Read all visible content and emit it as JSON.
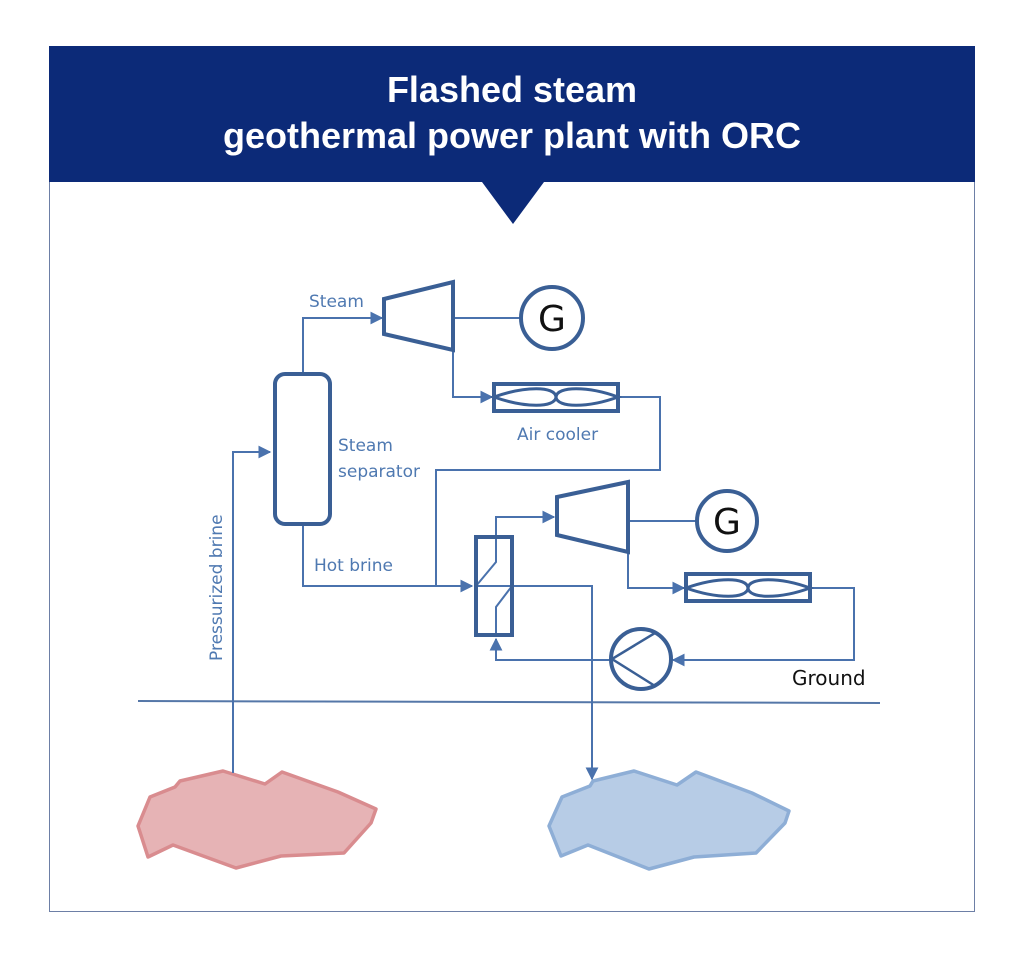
{
  "title": {
    "line1": "Flashed steam",
    "line2": "geothermal power plant with ORC"
  },
  "labels": {
    "steam": "Steam",
    "steam_separator_line1": "Steam",
    "steam_separator_line2": "separator",
    "air_cooler": "Air cooler",
    "hot_brine": "Hot brine",
    "pressurized_brine": "Pressurized brine",
    "ground": "Ground",
    "generator_1": "G",
    "generator_2": "G"
  },
  "colors": {
    "header_bg": "#0c2a78",
    "line": "#4a72ad",
    "equipment": "#3a5f95",
    "hot_reservoir_fill": "#e6b3b5",
    "hot_reservoir_stroke": "#d98c8f",
    "cold_reservoir_fill": "#b7cce6",
    "cold_reservoir_stroke": "#8eaed6"
  }
}
